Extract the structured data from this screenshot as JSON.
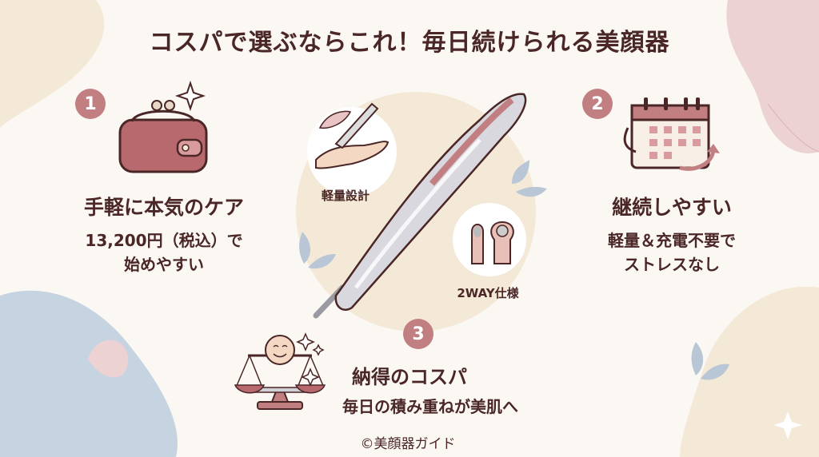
{
  "title": "コスパで選ぶならこれ！毎日続けられる美顔器",
  "features": [
    {
      "number": "1",
      "heading": "手軽に本気のケア",
      "lines": [
        "13,200円（税込）で",
        "始めやすい"
      ]
    },
    {
      "number": "2",
      "heading": "継続しやすい",
      "lines": [
        "軽量＆充電不要で",
        "ストレスなし"
      ]
    },
    {
      "number": "3",
      "heading": "納得のコスパ",
      "lines": [
        "毎日の積み重ねが美肌へ"
      ]
    }
  ],
  "center": {
    "light_label": "軽量設計",
    "twoway_label": "2WAY仕様"
  },
  "footer": "©美顔器ガイド",
  "colors": {
    "accent": "#c27f82",
    "text": "#4a2626",
    "beige": "#f3e9d6",
    "blue": "#c6d3e1",
    "pink": "#ecd2d2"
  }
}
